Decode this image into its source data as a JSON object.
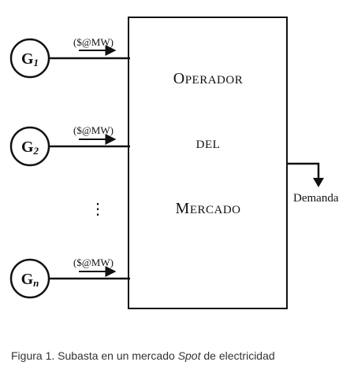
{
  "generators": [
    {
      "letter": "G",
      "subscript": "1",
      "price_label": "($@MW)"
    },
    {
      "letter": "G",
      "subscript": "2",
      "price_label": "($@MW)"
    },
    {
      "letter": "G",
      "subscript": "n",
      "price_label": "($@MW)"
    }
  ],
  "ellipsis": "⋮",
  "operator": {
    "line1_cap": "O",
    "line1_rest": "PERADOR",
    "line2": "DEL",
    "line3_cap": "M",
    "line3_rest": "ERCADO"
  },
  "demand_label": "Demanda",
  "caption": {
    "prefix": "Figura 1. Subasta en un mercado ",
    "italic": "Spot",
    "suffix": " de electricidad"
  }
}
